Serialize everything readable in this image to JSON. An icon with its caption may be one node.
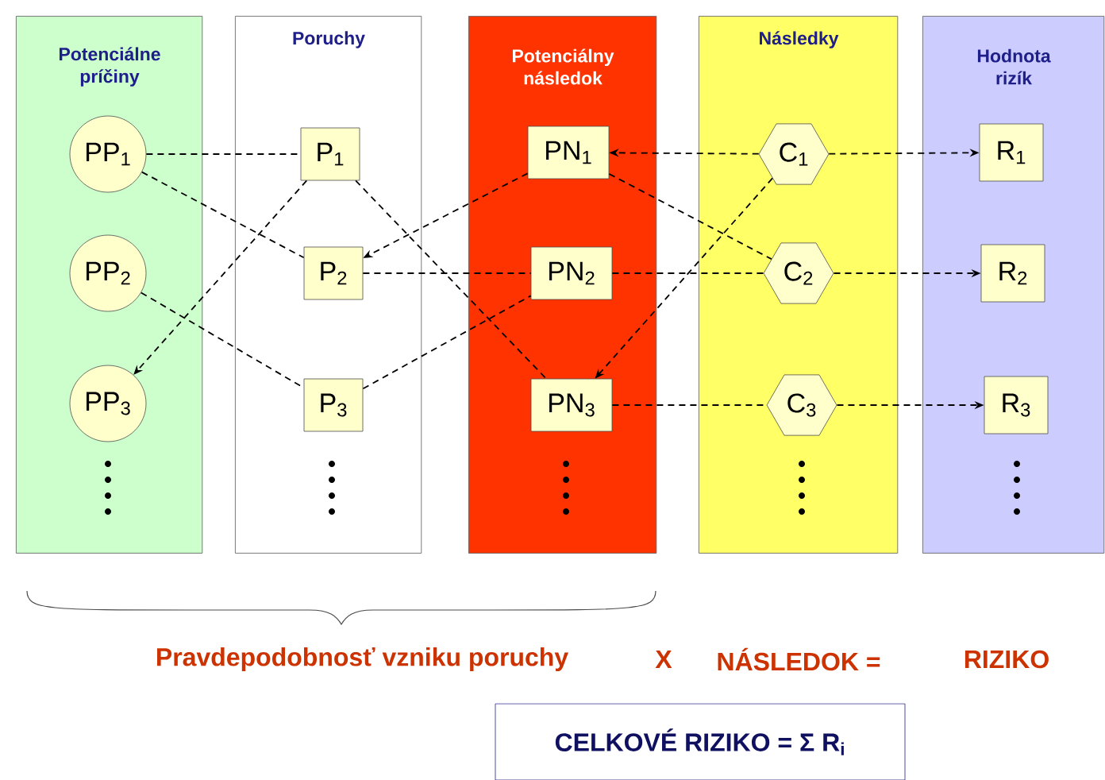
{
  "diagram": {
    "nodes": [
      {
        "text": [
          "Potenciálne príčiny"
        ]
      },
      {
        "text": [
          "Poruchy"
        ]
      },
      {
        "text": [
          "Potenciálny následok"
        ]
      },
      {
        "text": [
          "Následky"
        ]
      },
      {
        "text": [
          "Hodnota rizík"
        ]
      },
      {
        "text": [
          "PP$_{1}$"
        ],
        "in": 0
      },
      {
        "text": [
          "PP$_{2}$"
        ],
        "in": 0
      },
      {
        "text": [
          "PP$_{3}$"
        ],
        "in": 0
      },
      {
        "text": [
          "P$_{1}$"
        ],
        "in": 1
      },
      {
        "text": [
          "P$_{2}$"
        ],
        "in": 1
      },
      {
        "text": [
          "P$_{3}$"
        ],
        "in": 1
      },
      {
        "text": [
          "PN$_{1}$"
        ],
        "in": 2
      },
      {
        "text": [
          "PN$_{2}$"
        ],
        "in": 2
      },
      {
        "text": [
          "PN$_{3}$"
        ],
        "in": 2
      },
      {
        "text": [
          "C$_{1}$"
        ],
        "in": 3
      },
      {
        "text": [
          "C$_{2}$"
        ],
        "in": 3
      },
      {
        "text": [
          "C$_{3}$"
        ],
        "in": 3
      },
      {
        "text": [
          "R$_{1}$"
        ],
        "in": 4
      },
      {
        "text": [
          "R$_{2}$"
        ],
        "in": 4
      },
      {
        "text": [
          "R$_{3}$"
        ],
        "in": 4
      },
      {
        "text": [
          "CELKOVÉ RIZIKO = Σ R$_{i}$"
        ]
      }
    ],
    "edges": [
      {
        "from": 5,
        "to": 8,
        "arrow": "none"
      },
      {
        "from": 5,
        "to": 9,
        "arrow": "none"
      },
      {
        "from": 6,
        "to": 10,
        "arrow": "none"
      },
      {
        "from": 8,
        "to": 7,
        "arrow": "to"
      },
      {
        "from": 8,
        "to": 13,
        "arrow": "none"
      },
      {
        "from": 11,
        "to": 9,
        "arrow": "to"
      },
      {
        "from": 9,
        "to": 12,
        "arrow": "none"
      },
      {
        "from": 10,
        "to": 12,
        "arrow": "none"
      },
      {
        "from": 14,
        "to": 11,
        "arrow": "to"
      },
      {
        "from": 12,
        "to": 15,
        "arrow": "none"
      },
      {
        "from": 11,
        "to": 15,
        "arrow": "none"
      },
      {
        "from": 14,
        "to": 13,
        "arrow": "to"
      },
      {
        "from": 13,
        "to": 16,
        "arrow": "none"
      },
      {
        "from": 14,
        "to": 17,
        "arrow": "to"
      },
      {
        "from": 15,
        "to": 18,
        "arrow": "to"
      },
      {
        "from": 16,
        "to": 19,
        "arrow": "to"
      }
    ],
    "labels": [
      "Pravdepodobnosť vzniku poruchy",
      "X",
      "NÁSLEDOK =",
      "RIZIKO"
    ]
  }
}
